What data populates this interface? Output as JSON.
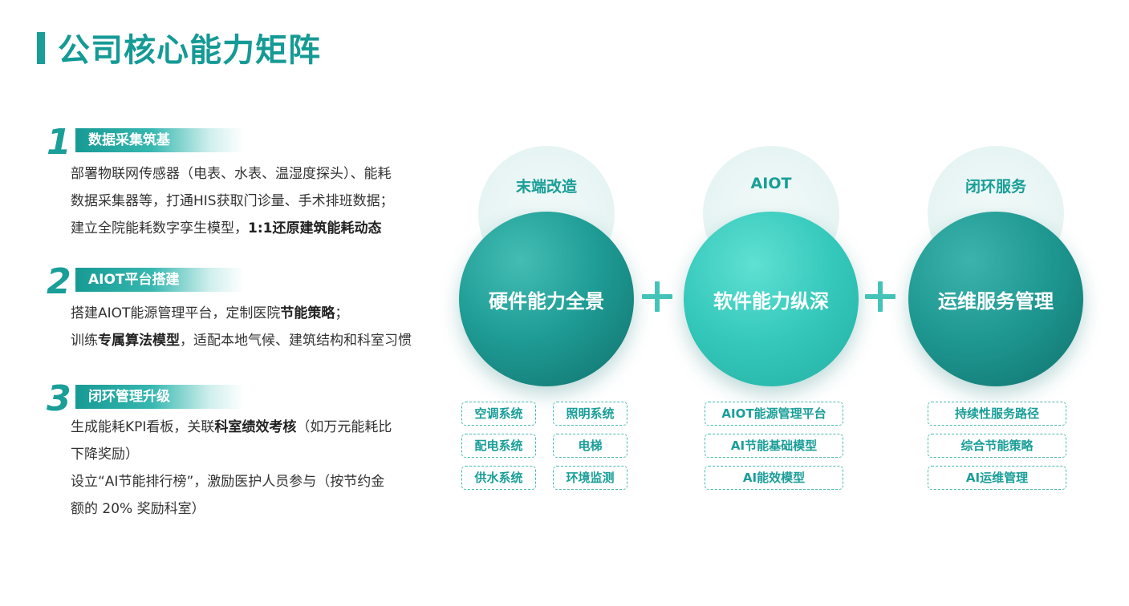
{
  "title": "公司核心能力矩阵",
  "sections": [
    {
      "num": "1",
      "tag": "数据采集筑基",
      "lines": [
        [
          {
            "t": "部署物联网传感器（电表、水表、温湿度探头）、能耗"
          }
        ],
        [
          {
            "t": "数据采集器等，打通HIS获取门诊量、手术排班数据；"
          }
        ],
        [
          {
            "t": "建立全院能耗数字孪生模型，"
          },
          {
            "t": "1:1还原建筑能耗动态",
            "b": true
          }
        ]
      ]
    },
    {
      "num": "2",
      "tag": "AIOT平台搭建",
      "lines": [
        [
          {
            "t": "搭建AIOT能源管理平台，定制医院"
          },
          {
            "t": "节能策略",
            "b": true
          },
          {
            "t": "；"
          }
        ],
        [
          {
            "t": "训练"
          },
          {
            "t": "专属算法模型",
            "b": true
          },
          {
            "t": "，适配本地气候、建筑结构和科室习惯"
          }
        ]
      ]
    },
    {
      "num": "3",
      "tag": "闭环管理升级",
      "lines": [
        [
          {
            "t": "生成能耗KPI看板，关联"
          },
          {
            "t": "科室绩效考核",
            "b": true
          },
          {
            "t": "（如万元能耗比"
          }
        ],
        [
          {
            "t": "下降奖励）"
          }
        ],
        [
          {
            "t": "设立“AI节能排行榜”，激励医护人员参与（按节约金"
          }
        ],
        [
          {
            "t": "额的 20% 奖励科室）"
          }
        ]
      ]
    }
  ],
  "columns": [
    {
      "label": "末端改造",
      "circle": "硬件能力全景",
      "tags": [
        "空调系统",
        "照明系统",
        "配电系统",
        "电梯",
        "供水系统",
        "环境监测"
      ]
    },
    {
      "label": "AIOT",
      "circle": "软件能力纵深",
      "tags": [
        "AIOT能源管理平台",
        "AI节能基础模型",
        "AI能效模型"
      ]
    },
    {
      "label": "闭环服务",
      "circle": "运维服务管理",
      "tags": [
        "持续性服务路径",
        "综合节能策略",
        "AI运维管理"
      ]
    }
  ]
}
